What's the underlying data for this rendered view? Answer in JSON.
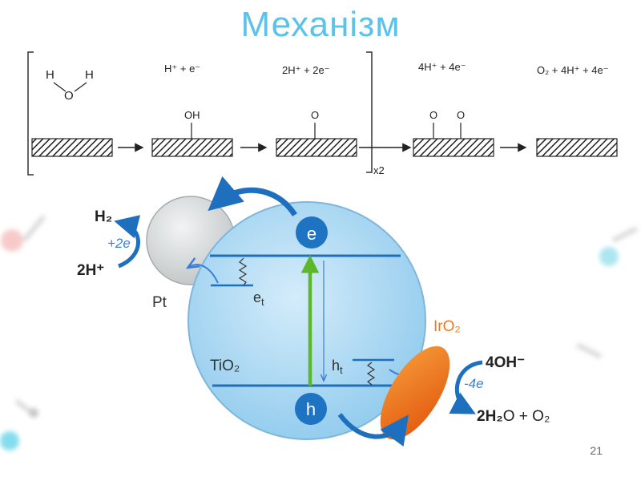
{
  "slide": {
    "title": "Механізм",
    "page_number": "21"
  },
  "mechanism": {
    "step1": {
      "h_left": "H",
      "h_right": "H",
      "o": "O"
    },
    "step2": {
      "species": "H⁺  +  e⁻",
      "adsorbate": "OH"
    },
    "step3": {
      "species": "2H⁺  +  2e⁻",
      "adsorbate": "O"
    },
    "step4": {
      "species": "4H⁺  +  4e⁻",
      "adsorbate_a": "O",
      "adsorbate_b": "O"
    },
    "step5": {
      "species": "O₂ +  4H⁺ + 4e⁻"
    },
    "repeat_label": "x2"
  },
  "photocatalysis": {
    "electron": "e",
    "hole": "h",
    "electron_trap": "e",
    "electron_trap_sub": "t",
    "hole_trap": "h",
    "hole_trap_sub": "t",
    "semiconductor": "TiO₂",
    "reduction_cocatalyst": "Pt",
    "oxidation_cocatalyst": "IrO₂",
    "reduction_product": "H₂",
    "reduction_reactant": "2H⁺",
    "reduction_electrons": "+2e",
    "oxidation_reactant": "4OH⁻",
    "oxidation_electrons": "-4e",
    "oxidation_product_a": "2H₂",
    "oxidation_product_b": "O + O₂"
  },
  "colors": {
    "title": "#5bc2ea",
    "tio2_sphere": "#a9d6f1",
    "pt_sphere": "#d8dcdc",
    "iro2": "#f0781e",
    "arrow_blue": "#1f6fbf",
    "excitation": "#5cb72b",
    "label_blue": "#3a7fd5",
    "label_orange": "#ee7a1e"
  }
}
